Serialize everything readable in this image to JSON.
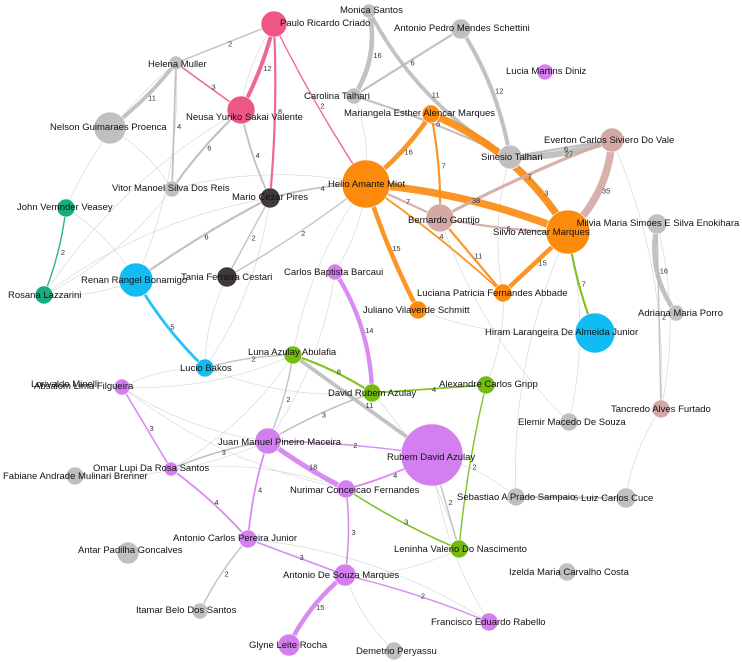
{
  "colors": {
    "pink": "#ee5683",
    "orange": "#fb8a0d",
    "mauve": "#d4a8a4",
    "gray": "#c0c0c0",
    "blue": "#11bcf2",
    "green": "#75bb0f",
    "teal": "#16ac7f",
    "violet": "#d47ff0",
    "dark": "#3f3a38"
  },
  "nodes": [
    {
      "id": "paulo",
      "label": "Paulo Ricardo Criado",
      "color": "pink"
    },
    {
      "id": "neusa",
      "label": "Neusa Yuriko Sakai Valente",
      "color": "pink"
    },
    {
      "id": "helena",
      "label": "Helena Muller",
      "color": "gray"
    },
    {
      "id": "nelson",
      "label": "Nelson Guimaraes Proenca",
      "color": "gray"
    },
    {
      "id": "monica",
      "label": "Monica Santos",
      "color": "gray"
    },
    {
      "id": "antoniopedro",
      "label": "Antonio Pedro Mendes Schettini",
      "color": "gray"
    },
    {
      "id": "lucia",
      "label": "Lucia Martins Diniz",
      "color": "violet"
    },
    {
      "id": "carolina",
      "label": "Carolina Talhari",
      "color": "gray"
    },
    {
      "id": "mariangela",
      "label": "Mariangela Esther Alencar Marques",
      "color": "orange"
    },
    {
      "id": "sinesio",
      "label": "Sinesio Talhari",
      "color": "gray"
    },
    {
      "id": "everton",
      "label": "Everton Carlos Siviero Do Vale",
      "color": "mauve"
    },
    {
      "id": "helio",
      "label": "Helio Amante Miot",
      "color": "orange"
    },
    {
      "id": "vitor",
      "label": "Vitor Manoel Silva Dos Reis",
      "color": "gray"
    },
    {
      "id": "mario",
      "label": "Mario Cezar Pires",
      "color": "dark"
    },
    {
      "id": "john",
      "label": "John Verrinder Veasey",
      "color": "teal"
    },
    {
      "id": "bernardo",
      "label": "Bernardo Gontijo",
      "color": "mauve"
    },
    {
      "id": "silvio",
      "label": "Silvio Alencar Marques",
      "color": "orange"
    },
    {
      "id": "milvia",
      "label": "Milvia Maria Simoes E Silva Enokihara",
      "color": "gray"
    },
    {
      "id": "renan",
      "label": "Renan Rangel Bonamigo",
      "color": "blue"
    },
    {
      "id": "tania",
      "label": "Tania Ferreira Cestari",
      "color": "dark"
    },
    {
      "id": "rosana",
      "label": "Rosana Lazzarini",
      "color": "teal"
    },
    {
      "id": "carlosbaptista",
      "label": "Carlos Baptista Barcaui",
      "color": "violet"
    },
    {
      "id": "luciana",
      "label": "Luciana Patricia Fernandes Abbade",
      "color": "orange"
    },
    {
      "id": "juliano",
      "label": "Juliano Vilaverde Schmitt",
      "color": "orange"
    },
    {
      "id": "adriana",
      "label": "Adriana Maria Porro",
      "color": "gray"
    },
    {
      "id": "hiram",
      "label": "Hiram Larangeira De Almeida Junior",
      "color": "blue"
    },
    {
      "id": "luna",
      "label": "Luna Azulay Abulafia",
      "color": "green"
    },
    {
      "id": "lucio",
      "label": "Lucio Bakos",
      "color": "blue"
    },
    {
      "id": "lorivaldo",
      "label": "Lorivaldo Minelli",
      "color": "gray"
    },
    {
      "id": "absalom",
      "label": "Absalom Lima Filgueira",
      "color": "violet"
    },
    {
      "id": "davidrubem",
      "label": "David Rubem Azulay",
      "color": "green"
    },
    {
      "id": "alexandre",
      "label": "Alexandre Carlos Gripp",
      "color": "green"
    },
    {
      "id": "tancredo",
      "label": "Tancredo Alves Furtado",
      "color": "mauve"
    },
    {
      "id": "elemir",
      "label": "Elemir Macedo De Souza",
      "color": "gray"
    },
    {
      "id": "juanmanuel",
      "label": "Juan Manuel Pineiro Maceira",
      "color": "violet"
    },
    {
      "id": "rubem",
      "label": "Rubem David Azulay",
      "color": "violet"
    },
    {
      "id": "omar",
      "label": "Omar Lupi Da Rosa Santos",
      "color": "violet"
    },
    {
      "id": "fabiane",
      "label": "Fabiane Andrade Mulinari Brenner",
      "color": "gray"
    },
    {
      "id": "nurimar",
      "label": "Nurimar Conceicao Fernandes",
      "color": "violet"
    },
    {
      "id": "sebastiao",
      "label": "Sebastiao A Prado Sampaio",
      "color": "gray"
    },
    {
      "id": "luizcarlos",
      "label": "Luiz Carlos Cuce",
      "color": "gray"
    },
    {
      "id": "antoniocarlos",
      "label": "Antonio Carlos Pereira Junior",
      "color": "violet"
    },
    {
      "id": "leninha",
      "label": "Leninha Valerio Do Nascimento",
      "color": "green"
    },
    {
      "id": "antar",
      "label": "Antar Padilha Goncalves",
      "color": "gray"
    },
    {
      "id": "izelda",
      "label": "Izelda Maria Carvalho Costa",
      "color": "gray"
    },
    {
      "id": "antoniosouza",
      "label": "Antonio De Souza Marques",
      "color": "violet"
    },
    {
      "id": "itamar",
      "label": "Itamar Belo Dos Santos",
      "color": "gray"
    },
    {
      "id": "francisco",
      "label": "Francisco Eduardo Rabello",
      "color": "violet"
    },
    {
      "id": "glyne",
      "label": "Glyne Leite Rocha",
      "color": "violet"
    },
    {
      "id": "demetrio",
      "label": "Demetrio Peryassu",
      "color": "gray"
    }
  ],
  "edges": [
    {
      "s": "paulo",
      "t": "neusa",
      "w": "12",
      "color": "pink",
      "major": true
    },
    {
      "s": "paulo",
      "t": "helena",
      "w": "2"
    },
    {
      "s": "paulo",
      "t": "helio",
      "w": "2",
      "color": "pink"
    },
    {
      "s": "paulo",
      "t": "mario",
      "w": "8",
      "color": "pink"
    },
    {
      "s": "neusa",
      "t": "helena",
      "w": "3",
      "color": "pink"
    },
    {
      "s": "neusa",
      "t": "mario",
      "w": "4"
    },
    {
      "s": "helena",
      "t": "nelson",
      "w": "11",
      "major": true
    },
    {
      "s": "helena",
      "t": "vitor",
      "w": "4"
    },
    {
      "s": "neusa",
      "t": "vitor",
      "w": "6"
    },
    {
      "s": "monica",
      "t": "carolina",
      "w": "16",
      "major": true
    },
    {
      "s": "monica",
      "t": "sinesio",
      "w": "11",
      "major": true
    },
    {
      "s": "antoniopedro",
      "t": "sinesio",
      "w": "12",
      "major": true
    },
    {
      "s": "carolina",
      "t": "sinesio",
      "w": "6"
    },
    {
      "s": "antoniopedro",
      "t": "carolina",
      "w": "6"
    },
    {
      "s": "sinesio",
      "t": "everton",
      "w": "27",
      "major": true
    },
    {
      "s": "sinesio",
      "t": "silvio",
      "w": "3"
    },
    {
      "s": "mariangela",
      "t": "silvio",
      "w": "37",
      "color": "orange",
      "major": true
    },
    {
      "s": "helio",
      "t": "mariangela",
      "w": "16",
      "color": "orange",
      "major": true
    },
    {
      "s": "helio",
      "t": "silvio",
      "w": "38",
      "color": "orange",
      "major": true
    },
    {
      "s": "helio",
      "t": "bernardo",
      "w": "7",
      "color": "mauve"
    },
    {
      "s": "helio",
      "t": "juliano",
      "w": "15",
      "color": "orange",
      "major": true
    },
    {
      "s": "helio",
      "t": "luciana",
      "w": "4",
      "color": "orange"
    },
    {
      "s": "silvio",
      "t": "luciana",
      "w": "15",
      "color": "orange",
      "major": true
    },
    {
      "s": "bernardo",
      "t": "silvio",
      "w": "6",
      "color": "mauve"
    },
    {
      "s": "bernardo",
      "t": "everton",
      "w": "7",
      "color": "mauve",
      "major": true
    },
    {
      "s": "bernardo",
      "t": "luciana",
      "w": "11",
      "color": "orange"
    },
    {
      "s": "bernardo",
      "t": "mariangela",
      "w": "7",
      "color": "orange"
    },
    {
      "s": "everton",
      "t": "silvio",
      "w": "35",
      "color": "mauve",
      "major": true
    },
    {
      "s": "everton",
      "t": "sinesio",
      "w": "6"
    },
    {
      "s": "silvio",
      "t": "hiram",
      "w": "7",
      "color": "green"
    },
    {
      "s": "milvia",
      "t": "adriana",
      "w": "16",
      "major": true
    },
    {
      "s": "milvia",
      "t": "tancredo",
      "w": "2"
    },
    {
      "s": "helio",
      "t": "mario",
      "w": "4"
    },
    {
      "s": "helio",
      "t": "tania",
      "w": "2"
    },
    {
      "s": "mario",
      "t": "tania",
      "w": "2"
    },
    {
      "s": "mario",
      "t": "renan",
      "w": "6"
    },
    {
      "s": "john",
      "t": "rosana",
      "w": "2",
      "color": "teal"
    },
    {
      "s": "renan",
      "t": "lucio",
      "w": "5",
      "color": "blue",
      "major": true
    },
    {
      "s": "carlosbaptista",
      "t": "davidrubem",
      "w": "14",
      "color": "violet",
      "major": true
    },
    {
      "s": "luna",
      "t": "davidrubem",
      "w": "8",
      "color": "green"
    },
    {
      "s": "luna",
      "t": "rubem",
      "w": "11",
      "major": true
    },
    {
      "s": "luna",
      "t": "lucio",
      "w": "2"
    },
    {
      "s": "luna",
      "t": "juanmanuel",
      "w": "2"
    },
    {
      "s": "davidrubem",
      "t": "alexandre",
      "w": "4",
      "color": "green"
    },
    {
      "s": "davidrubem",
      "t": "juanmanuel",
      "w": "3"
    },
    {
      "s": "juanmanuel",
      "t": "rubem",
      "w": "2",
      "color": "violet"
    },
    {
      "s": "juanmanuel",
      "t": "nurimar",
      "w": "18",
      "color": "violet",
      "major": true
    },
    {
      "s": "juanmanuel",
      "t": "omar",
      "w": "3"
    },
    {
      "s": "omar",
      "t": "antoniocarlos",
      "w": "4",
      "color": "violet"
    },
    {
      "s": "absalom",
      "t": "omar",
      "w": "3",
      "color": "violet"
    },
    {
      "s": "juanmanuel",
      "t": "antoniocarlos",
      "w": "4",
      "color": "violet"
    },
    {
      "s": "nurimar",
      "t": "antoniosouza",
      "w": "3",
      "color": "violet"
    },
    {
      "s": "antoniocarlos",
      "t": "antoniosouza",
      "w": "3",
      "color": "violet"
    },
    {
      "s": "antoniosouza",
      "t": "glyne",
      "w": "15",
      "color": "violet",
      "major": true
    },
    {
      "s": "antoniosouza",
      "t": "francisco",
      "w": "2",
      "color": "violet"
    },
    {
      "s": "rubem",
      "t": "leninha",
      "w": "2"
    },
    {
      "s": "alexandre",
      "t": "leninha",
      "w": "2",
      "color": "green"
    },
    {
      "s": "leninha",
      "t": "nurimar",
      "w": "3",
      "color": "green"
    },
    {
      "s": "sebastiao",
      "t": "luizcarlos",
      "w": "5"
    },
    {
      "s": "antoniocarlos",
      "t": "itamar",
      "w": "2"
    },
    {
      "s": "rubem",
      "t": "nurimar",
      "w": "4",
      "color": "violet"
    }
  ],
  "free_labels": [
    {
      "text": "2",
      "pos": "a"
    },
    {
      "text": "12",
      "pos": "b"
    },
    {
      "text": "3",
      "pos": "c"
    },
    {
      "text": "8",
      "pos": "d"
    },
    {
      "text": "4",
      "pos": "e"
    },
    {
      "text": "16",
      "pos": "f"
    },
    {
      "text": "11",
      "pos": "g"
    },
    {
      "text": "12",
      "pos": "h"
    }
  ]
}
